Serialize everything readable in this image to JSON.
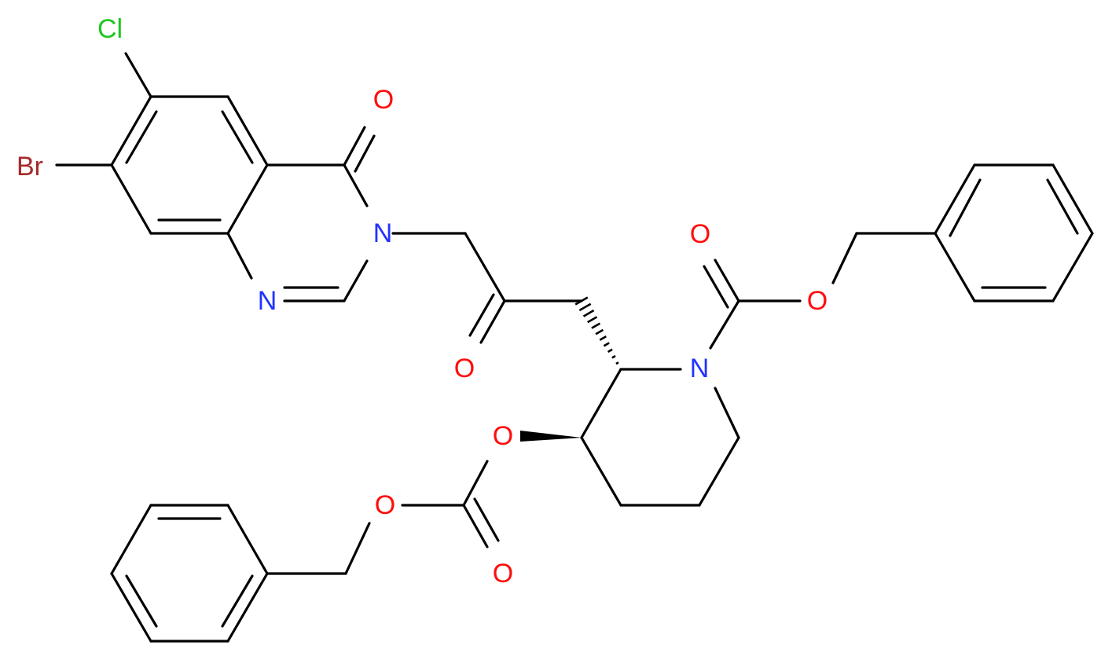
{
  "molecule": {
    "atoms": {
      "cl": {
        "text": "Cl",
        "color": "#1fc71f"
      },
      "br": {
        "text": "Br",
        "color": "#a52a2a"
      },
      "o_quin": {
        "text": "O",
        "color": "#ff0d0d"
      },
      "n3": {
        "text": "N",
        "color": "#2233ff"
      },
      "n1": {
        "text": "N",
        "color": "#2233ff"
      },
      "o_ketone": {
        "text": "O",
        "color": "#ff0d0d"
      },
      "n_pip": {
        "text": "N",
        "color": "#2233ff"
      },
      "o_cbz_carbonyl": {
        "text": "O",
        "color": "#ff0d0d"
      },
      "o_cbz_ester": {
        "text": "O",
        "color": "#ff0d0d"
      },
      "o_carbonate_1": {
        "text": "O",
        "color": "#ff0d0d"
      },
      "o_carbonate_2": {
        "text": "O",
        "color": "#ff0d0d"
      },
      "o_carbonate_carbonyl": {
        "text": "O",
        "color": "#ff0d0d"
      }
    },
    "bond_color": "#000000",
    "background": "#ffffff"
  }
}
